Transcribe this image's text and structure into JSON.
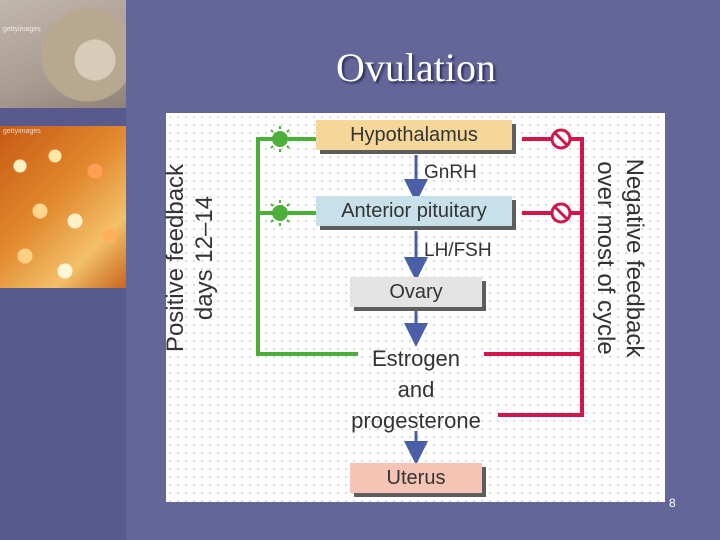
{
  "slide": {
    "title": "Ovulation",
    "page_number": "8",
    "photo_credit": "gettyimages"
  },
  "diagram": {
    "nodes": {
      "hypothalamus": "Hypothalamus",
      "anterior_pituitary": "Anterior pituitary",
      "ovary": "Ovary",
      "estrogen_line1": "Estrogen",
      "estrogen_line2": "and",
      "estrogen_line3": "progesterone",
      "uterus": "Uterus"
    },
    "hormones": {
      "gnrh": "GnRH",
      "lh_fsh": "LH/FSH"
    },
    "positive_feedback": {
      "line1": "Positive feedback",
      "line2": "days 12–14"
    },
    "negative_feedback": {
      "line1": "Negative feedback",
      "line2": "over most of cycle"
    },
    "colors": {
      "positive": "#4caf3a",
      "negative": "#d0164a",
      "arrow": "#4a5fa8",
      "hypothalamus_box": "#f6d79a",
      "pituitary_box": "#c7e0ea",
      "ovary_box": "#e4e4e4",
      "uterus_box": "#f6c4b4"
    }
  }
}
